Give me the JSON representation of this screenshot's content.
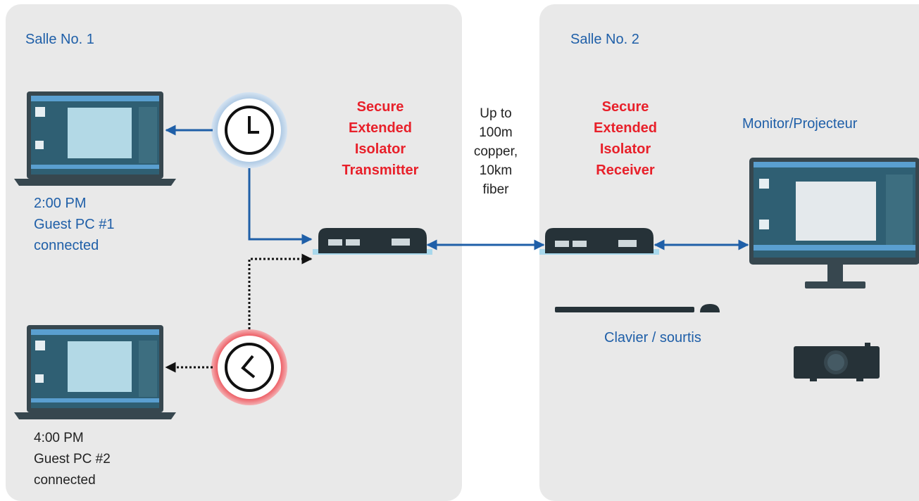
{
  "rooms": [
    {
      "title": "Salle No. 1"
    },
    {
      "title": "Salle No. 2"
    }
  ],
  "transmitter": {
    "line1": "Secure",
    "line2": "Extended",
    "line3": "Isolator",
    "line4": "Transmitter"
  },
  "receiver": {
    "line1": "Secure",
    "line2": "Extended",
    "line3": "Isolator",
    "line4": "Receiver"
  },
  "link": {
    "line1": "Up to",
    "line2": "100m",
    "line3": "copper,",
    "line4": "10km",
    "line5": "fiber"
  },
  "pc1": {
    "time": "2:00 PM",
    "name": "Guest PC #1",
    "status": "connected"
  },
  "pc2": {
    "time": "4:00 PM",
    "name": "Guest PC #2",
    "status": "connected"
  },
  "monitor_label": "Monitor/Projecteur",
  "keyboard_label": "Clavier / sourtis",
  "colors": {
    "room_bg": "#e9e9e9",
    "blue_text": "#1f5fa8",
    "red_text": "#e8202a",
    "connector": "#1f5fa8",
    "device": "#37474f",
    "screen": "#b3d9e6"
  },
  "icons": [
    "laptop-icon",
    "clock-icon",
    "extender-icon",
    "monitor-icon",
    "keyboard-icon",
    "mouse-icon",
    "projector-icon"
  ]
}
